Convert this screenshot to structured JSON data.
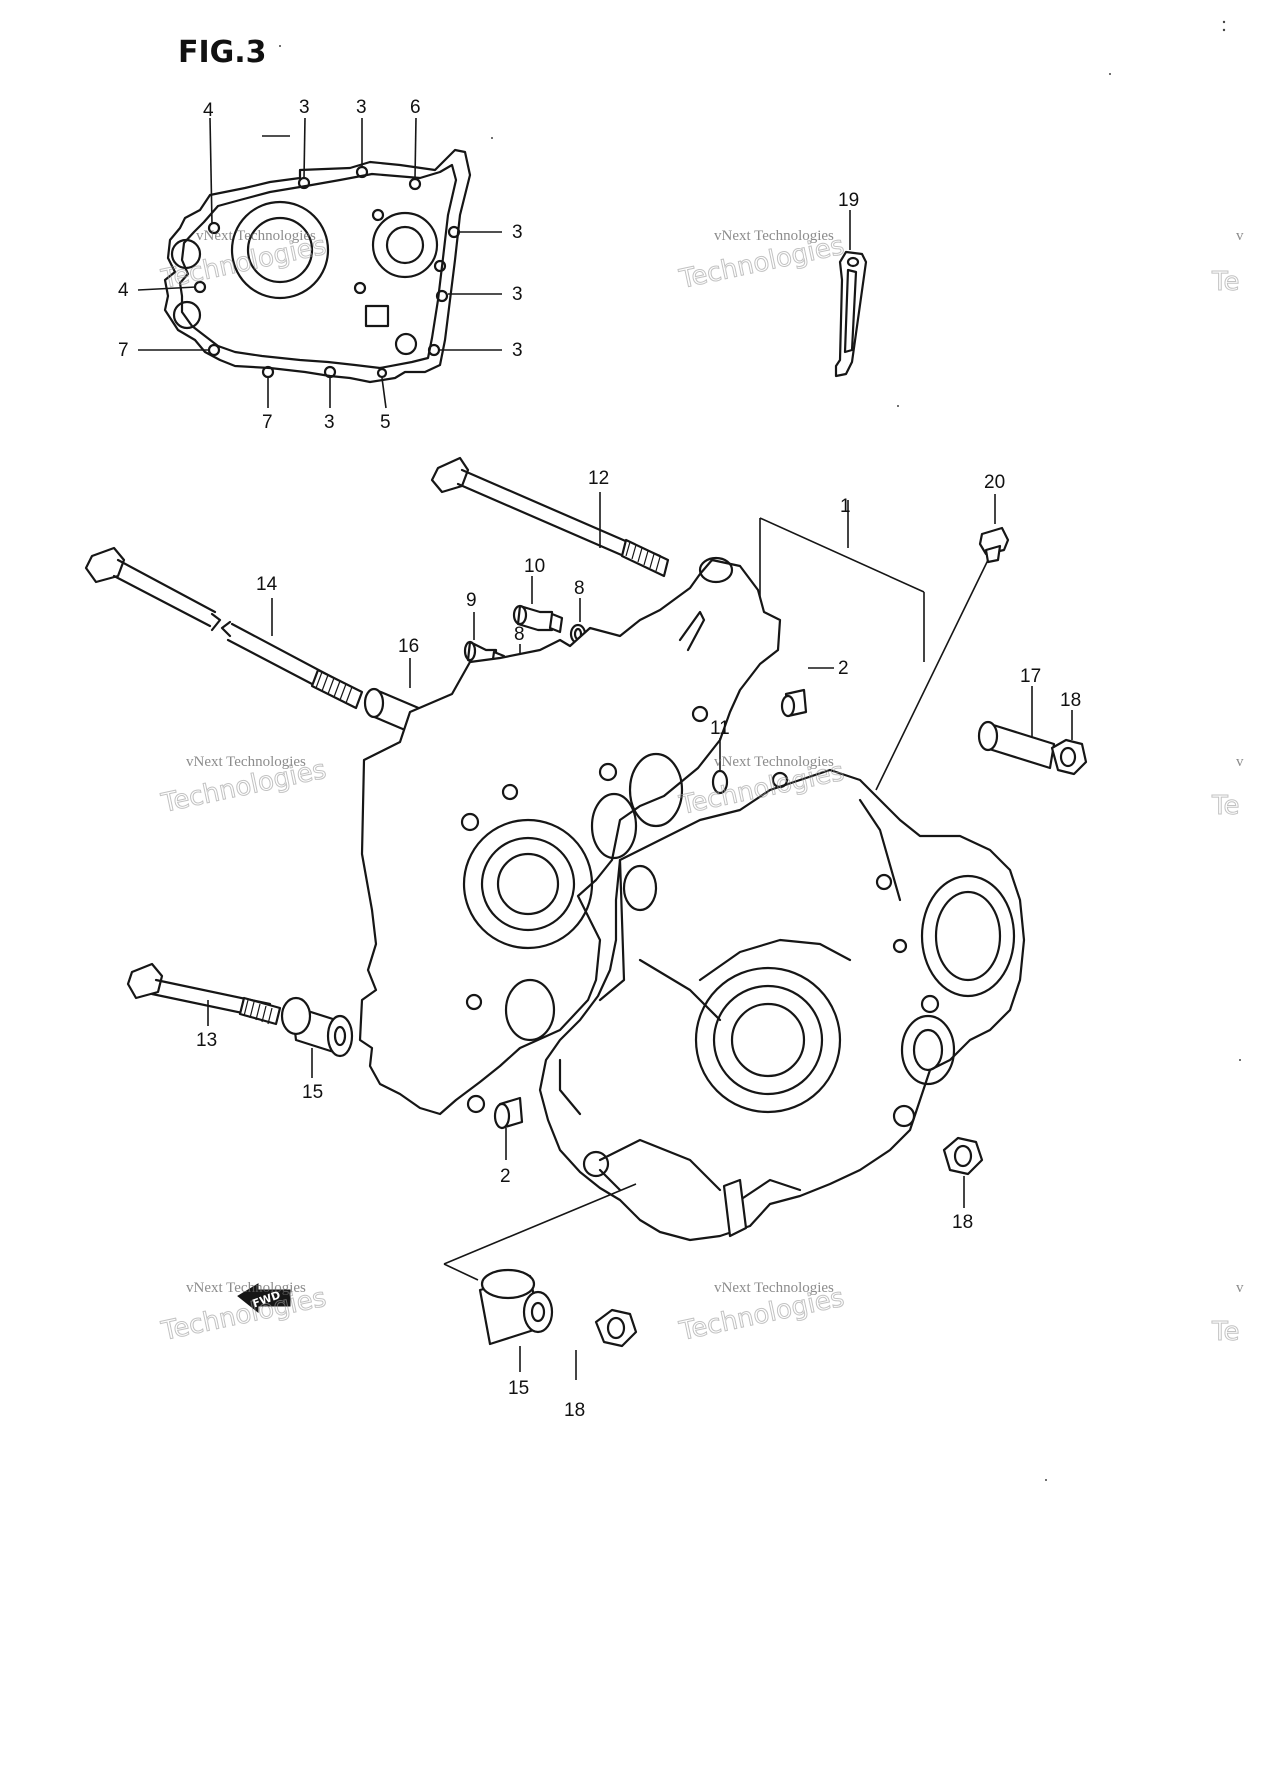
{
  "figure": {
    "title": "FIG.3"
  },
  "callouts": {
    "gasket": [
      "4",
      "3",
      "3",
      "6",
      "3",
      "4",
      "3",
      "7",
      "3",
      "7",
      "3",
      "5"
    ],
    "main": [
      "19",
      "12",
      "20",
      "1",
      "14",
      "10",
      "9",
      "8",
      "8",
      "16",
      "2",
      "17",
      "18",
      "11",
      "13",
      "15",
      "2",
      "18",
      "15",
      "18"
    ]
  },
  "watermark": {
    "line1": "vNext Technologies",
    "line2": "Technologies",
    "edge": "v",
    "edge2": "Te"
  },
  "front_badge": {
    "text": "FWD"
  },
  "icons": [
    "front-arrow-icon"
  ]
}
